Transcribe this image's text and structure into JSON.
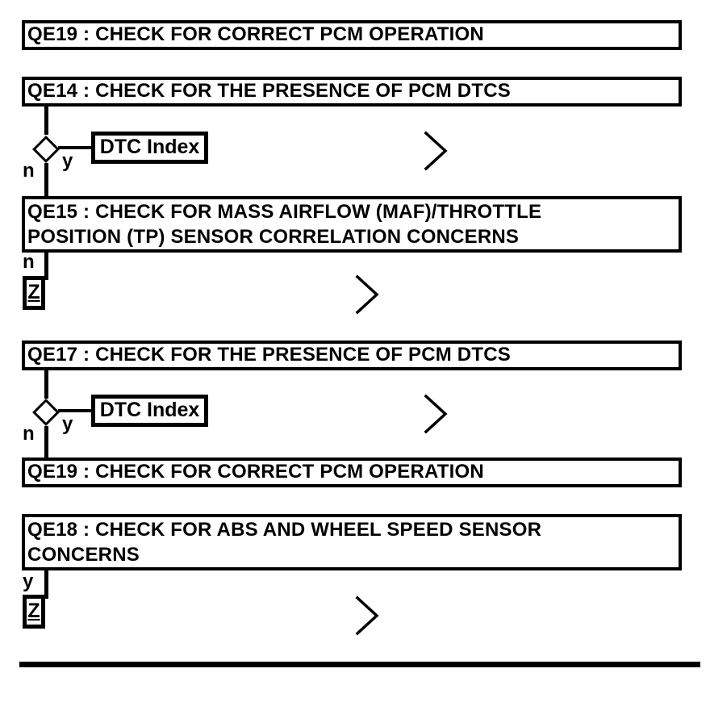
{
  "flowchart": {
    "colors": {
      "ink": "#000000",
      "paper": "#ffffff"
    },
    "boxes": [
      {
        "id": "qe19-top",
        "lines": [
          "QE19 : CHECK FOR CORRECT PCM OPERATION"
        ]
      },
      {
        "id": "qe14",
        "lines": [
          "QE14 : CHECK FOR THE PRESENCE OF PCM DTCS"
        ]
      },
      {
        "id": "qe15",
        "lines": [
          "QE15 : CHECK FOR MASS AIRFLOW (MAF)/THROTTLE",
          "POSITION (TP) SENSOR CORRELATION CONCERNS"
        ]
      },
      {
        "id": "qe17",
        "lines": [
          "QE17 : CHECK FOR THE PRESENCE OF PCM DTCS"
        ]
      },
      {
        "id": "qe19-bottom",
        "lines": [
          "QE19 : CHECK FOR CORRECT PCM OPERATION"
        ]
      },
      {
        "id": "qe18",
        "lines": [
          "QE18 : CHECK FOR ABS AND WHEEL SPEED SENSOR",
          "CONCERNS"
        ]
      }
    ],
    "decisions": [
      {
        "no_label": "n",
        "yes_label": "y",
        "link_label": "DTC Index"
      },
      {
        "no_label": "n",
        "yes_label": "y",
        "link_label": "DTC Index"
      }
    ],
    "connectors": [
      {
        "branch_label": "n",
        "link_label": "Z"
      },
      {
        "branch_label": "y",
        "link_label": "Z"
      }
    ]
  }
}
